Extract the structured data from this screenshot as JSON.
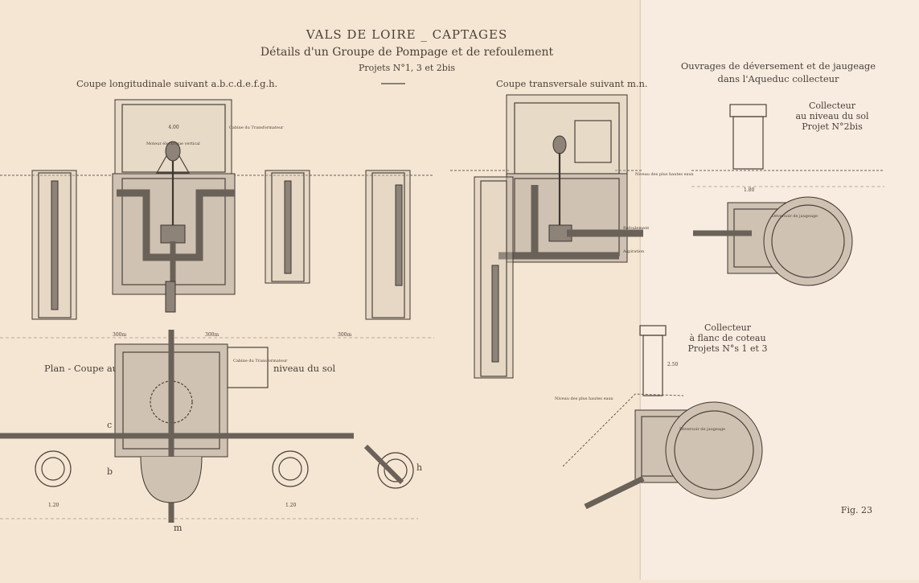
{
  "title": "VALS DE LOIRE _ CAPTAGES",
  "subtitle": "Détails d'un Groupe de Pompage et de refoulement",
  "projects": "Projets N°1, 3 et 2bis",
  "views": {
    "longitudinal": "Coupe longitudinale suivant a.b.c.d.e.f.g.h.",
    "transversal": "Coupe transversale suivant m.n.",
    "plan_left": "Plan - Coupe au",
    "plan_right": "niveau du sol"
  },
  "overflow": {
    "title_line1": "Ouvrages de déversement et de jaugeage",
    "title_line2": "dans l'Aqueduc collecteur",
    "collector_ground_line1": "Collecteur",
    "collector_ground_line2": "au niveau du sol",
    "collector_ground_line3": "Projet N°2bis",
    "collector_slope_line1": "Collecteur",
    "collector_slope_line2": "à flanc de coteau",
    "collector_slope_line3": "Projets N°s 1 et 3"
  },
  "annotations": {
    "transformer_cabin": "Cabine du Transformateur",
    "motor": "Moteur électrique vertical",
    "high_water": "Niveau des plus hautes eaux",
    "weir": "Déversoir de jaugeage",
    "discharge": "Refoulement",
    "aspiration": "Aspiration",
    "dim_300_a": "300m",
    "dim_300_b": "300m",
    "dim_300_c": "300m",
    "dim_400": "4.00",
    "dim_120_a": "1.20",
    "dim_120_b": "1.20",
    "dim_180": "1.80",
    "dim_250": "2.50"
  },
  "letters": {
    "b": "b",
    "c": "c",
    "h": "h",
    "m": "m"
  },
  "figure_label": "Fig. 23"
}
